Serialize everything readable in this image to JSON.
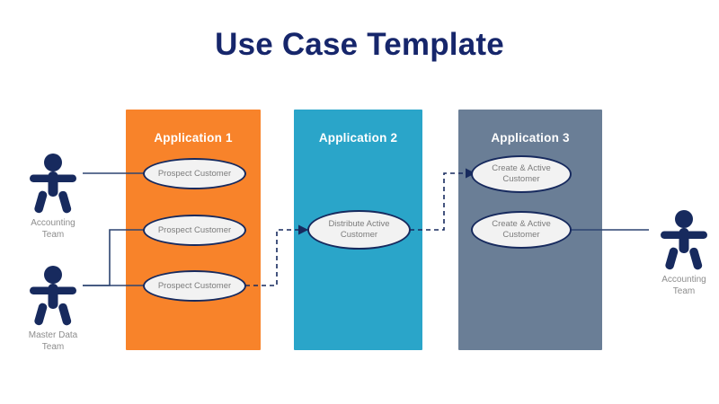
{
  "page": {
    "title": "Use Case Template",
    "title_color": "#16266b",
    "background": "#ffffff"
  },
  "lanes": [
    {
      "id": "application-1",
      "label": "Application 1",
      "color": "#F8832A",
      "use_cases": [
        {
          "id": "uc-prospect-customer-1",
          "label": "Prospect Customer"
        },
        {
          "id": "uc-prospect-customer-2",
          "label": "Prospect Customer"
        },
        {
          "id": "uc-prospect-customer-3",
          "label": "Prospect Customer"
        }
      ]
    },
    {
      "id": "application-2",
      "label": "Application 2",
      "color": "#2AA5C9",
      "use_cases": [
        {
          "id": "uc-distribute-active-customer",
          "label": "Distribute Active\nCustomer"
        }
      ]
    },
    {
      "id": "application-3",
      "label": "Application 3",
      "color": "#6A7E96",
      "use_cases": [
        {
          "id": "uc-create-active-customer-1",
          "label": "Create & Active\nCustomer"
        },
        {
          "id": "uc-create-active-customer-2",
          "label": "Create & Active\nCustomer"
        }
      ]
    }
  ],
  "actors": [
    {
      "id": "actor-accounting-team-left",
      "label": "Accounting\nTeam",
      "color": "#172a5e"
    },
    {
      "id": "actor-master-data-team",
      "label": "Master Data\nTeam",
      "color": "#172a5e"
    },
    {
      "id": "actor-accounting-team-right",
      "label": "Accounting\nTeam",
      "color": "#172a5e"
    }
  ],
  "connectors": {
    "solid_color": "#2d4470",
    "dashed_color": "#172a5e",
    "items": [
      {
        "id": "link-accounting-to-prospect-1",
        "style": "solid",
        "from": "actor-accounting-team-left",
        "to": "uc-prospect-customer-1"
      },
      {
        "id": "link-masterdata-to-prospect-2",
        "style": "solid",
        "from": "actor-master-data-team",
        "to": "uc-prospect-customer-2"
      },
      {
        "id": "link-masterdata-to-prospect-3",
        "style": "solid",
        "from": "actor-master-data-team",
        "to": "uc-prospect-customer-3"
      },
      {
        "id": "link-prospect-3-to-distribute",
        "style": "dashed",
        "from": "uc-prospect-customer-3",
        "to": "uc-distribute-active-customer"
      },
      {
        "id": "link-distribute-to-create-1",
        "style": "dashed",
        "from": "uc-distribute-active-customer",
        "to": "uc-create-active-customer-1"
      },
      {
        "id": "link-create-2-to-accounting",
        "style": "solid",
        "from": "uc-create-active-customer-2",
        "to": "actor-accounting-team-right"
      }
    ]
  }
}
